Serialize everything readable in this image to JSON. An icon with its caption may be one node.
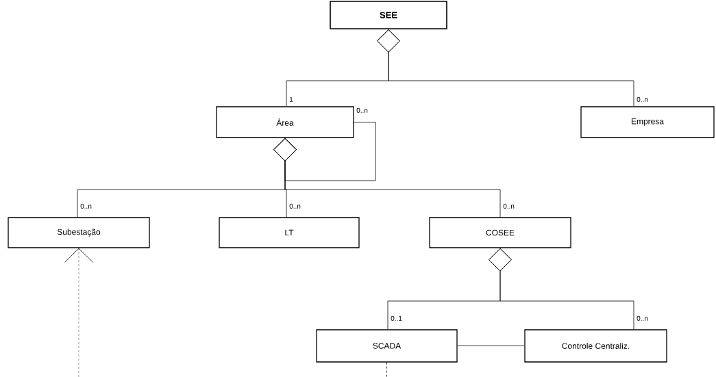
{
  "diagram": {
    "nodes": [
      {
        "text": [
          "SEE"
        ]
      },
      {
        "text": [
          "Área"
        ]
      },
      {
        "text": [
          "Empresa"
        ]
      },
      {
        "text": [
          "Subestação"
        ]
      },
      {
        "text": [
          "LT"
        ]
      },
      {
        "text": [
          "COSEE"
        ]
      },
      {
        "text": [
          "SCADA"
        ]
      },
      {
        "text": [
          "Controle Centraliz."
        ]
      }
    ],
    "edges": [
      {
        "from": 0,
        "to": 1,
        "arrow": "other",
        "label": "1"
      },
      {
        "from": 0,
        "to": 2,
        "arrow": "other",
        "label": "0..n"
      },
      {
        "from": 1,
        "to": 1,
        "arrow": "other",
        "label": "0..n"
      },
      {
        "from": 1,
        "to": 3,
        "arrow": "other",
        "label": "0..n"
      },
      {
        "from": 1,
        "to": 4,
        "arrow": "other",
        "label": "0..n"
      },
      {
        "from": 1,
        "to": 5,
        "arrow": "other",
        "label": "0..n"
      },
      {
        "from": 5,
        "to": 6,
        "arrow": "other",
        "label": "0..1"
      },
      {
        "from": 5,
        "to": 7,
        "arrow": "other",
        "label": "0..n"
      },
      {
        "from": 6,
        "to": 7,
        "arrow": "none"
      },
      {
        "from": null,
        "to": 3,
        "arrow": "to",
        "style": "dashed"
      },
      {
        "from": 6,
        "to": null,
        "arrow": "none",
        "style": "dashed"
      }
    ]
  }
}
